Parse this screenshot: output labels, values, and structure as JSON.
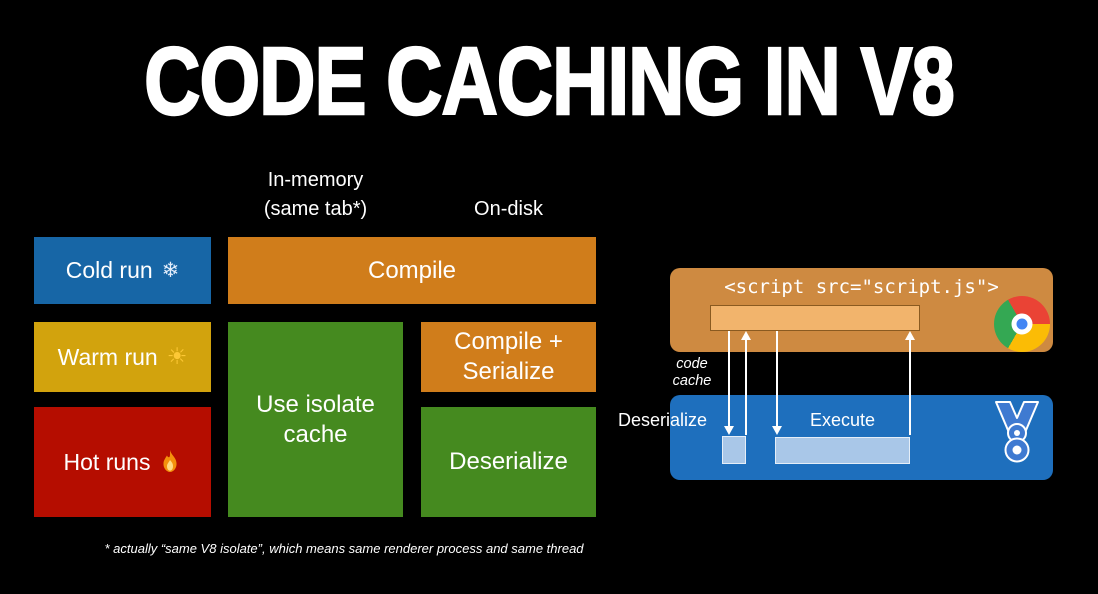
{
  "title": "CODE CACHING IN V8",
  "colors": {
    "cold-blue": "#1766a6",
    "warm-yellow": "#d2a30d",
    "hot-red": "#b50d00",
    "compile-orange": "#d07d1b",
    "cache-green": "#458a1f",
    "script-box-orange": "#ce8a41",
    "cache-bar-orange": "#f2b46c",
    "v8-box-blue": "#1e6fbd",
    "progress-bar-blue": "#a9c7e8"
  },
  "matrix": {
    "col_headers": [
      {
        "label": "In-memory\n(same tab*)"
      },
      {
        "label": "On-disk"
      }
    ],
    "rows": [
      {
        "label": "Cold run",
        "emoji": "❄"
      },
      {
        "label": "Warm run",
        "emoji": "☀"
      },
      {
        "label": "Hot runs",
        "emoji": "🔥"
      }
    ],
    "cells": {
      "cold_both": "Compile",
      "warm_hot_in_memory": "Use isolate\ncache",
      "warm_on_disk": "Compile +\nSerialize",
      "hot_on_disk": "Deserialize"
    },
    "footnote": "* actually “same V8 isolate”, which means same renderer process and same thread"
  },
  "flow": {
    "script_tag": "<script src=\"script.js\">",
    "code_cache_label": "code\ncache",
    "deserialize_label": "Deserialize",
    "execute_label": "Execute"
  }
}
